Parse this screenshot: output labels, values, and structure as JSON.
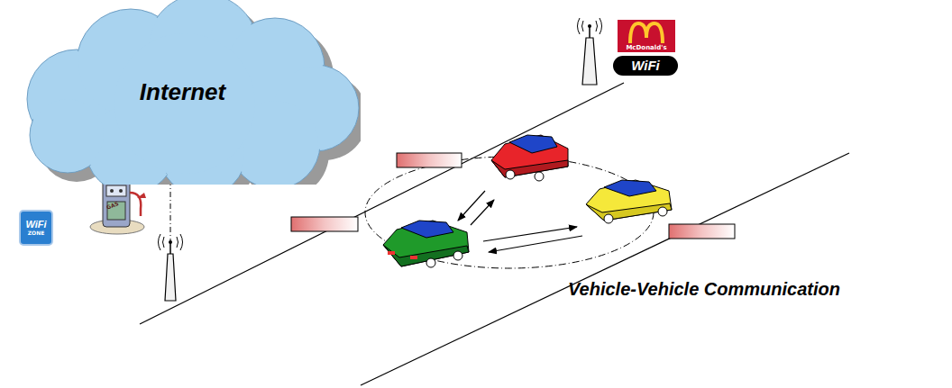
{
  "diagram": {
    "nodes": [
      {
        "text": [
          "Internet"
        ]
      },
      {
        "text": [
          "McDonald's"
        ]
      },
      {
        "text": [
          "WiFi"
        ]
      },
      {
        "text": [
          "WiFi",
          "ZONE"
        ]
      }
    ],
    "labels": [
      "Vehicle-Vehicle Communication",
      "GAS"
    ]
  }
}
